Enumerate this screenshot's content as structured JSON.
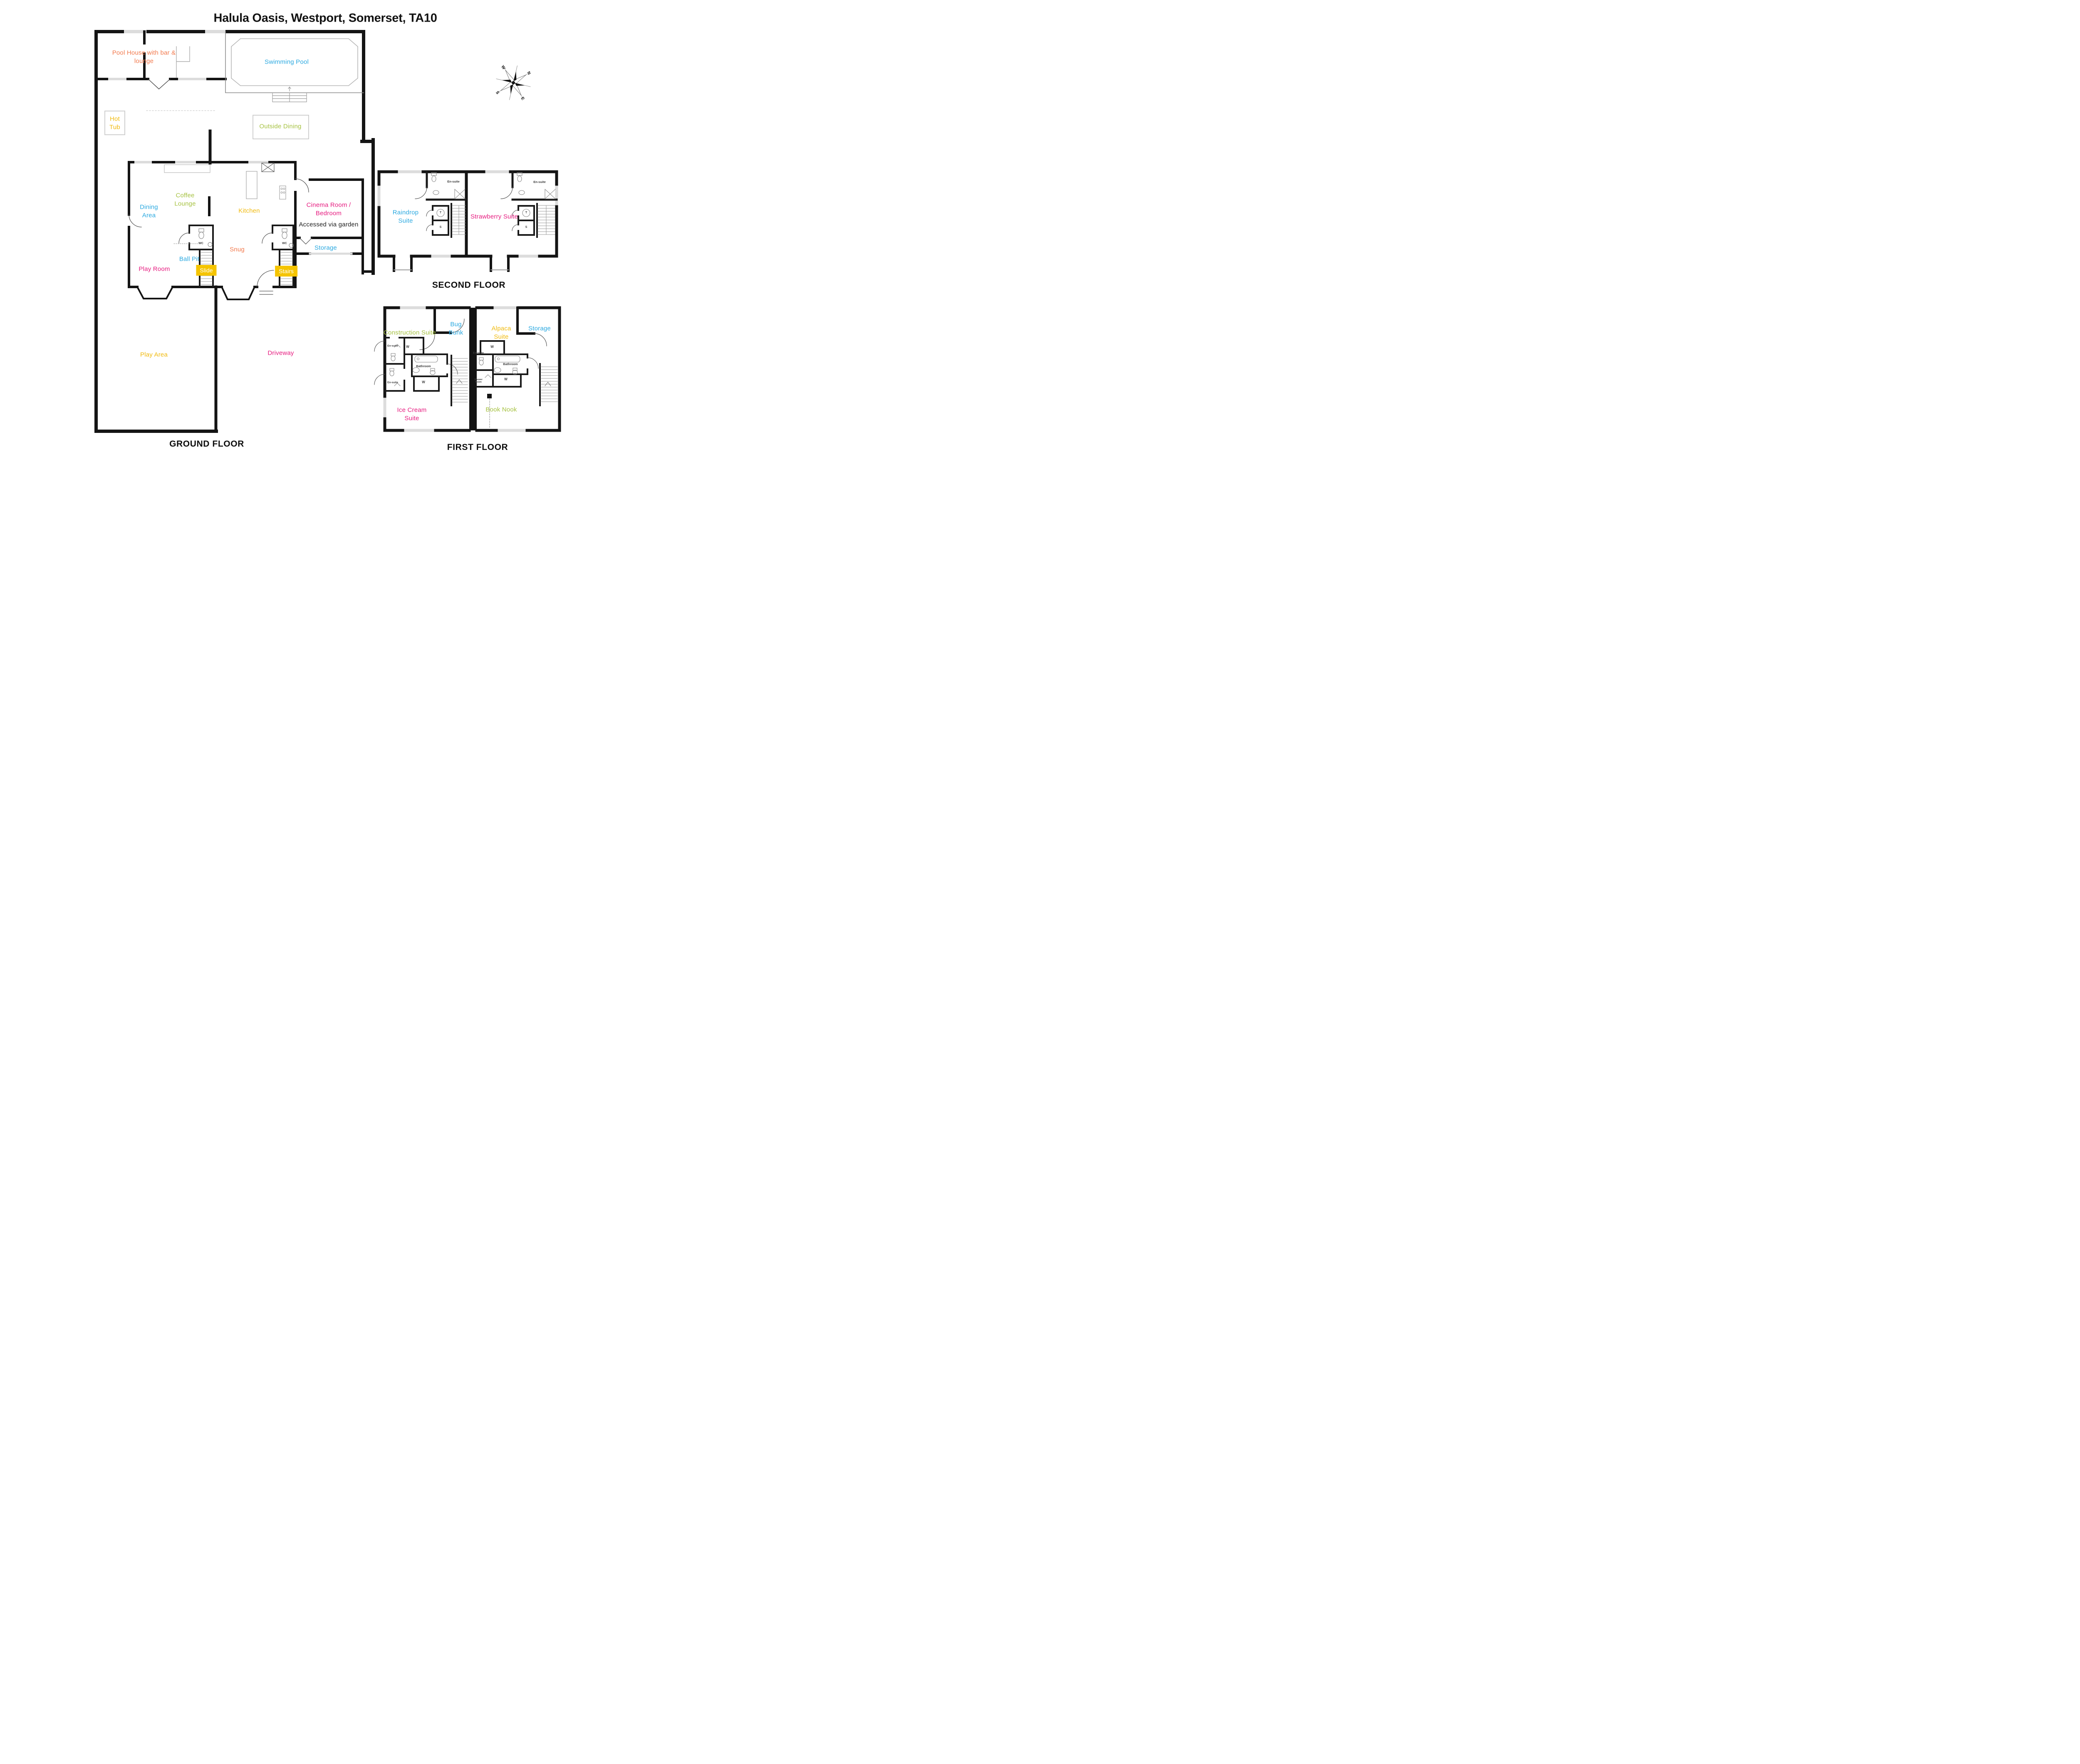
{
  "title": "Halula Oasis, Westport, Somerset, TA10",
  "palette": {
    "orange": "#f2784b",
    "blue": "#29a8e0",
    "gold": "#f0b90b",
    "green": "#a5c13f",
    "magenta": "#e6197e",
    "ink": "#1c1c1c",
    "chip_bg": "#f5c400",
    "chip_text": "#ffffff"
  },
  "compass": {
    "north": "N",
    "east": "E",
    "south": "S",
    "west": "W"
  },
  "ground_floor": {
    "caption": "GROUND FLOOR",
    "pool_house": "Pool House with bar & lounge",
    "swimming_pool": "Swimming Pool",
    "hot_tub": "Hot Tub",
    "outside_dining": "Outside Dining",
    "dining_area": "Dining Area",
    "coffee_lounge": "Coffee Lounge",
    "kitchen": "Kitchen",
    "cinema_room": "Cinema Room / Bedroom",
    "cinema_note": "Accessed via garden",
    "storage": "Storage",
    "snug": "Snug",
    "ball_pit": "Ball Pit",
    "slide": "Slide",
    "stairs": "Stairs",
    "play_room": "Play Room",
    "play_area": "Play Area",
    "driveway": "Driveway",
    "wc": "WC"
  },
  "second_floor": {
    "caption": "SECOND FLOOR",
    "raindrop_suite": "Raindrop Suite",
    "strawberry_suite": "Strawberry Suite",
    "ensuite": "En-suite",
    "toilet_t": "T",
    "store_s": "S"
  },
  "first_floor": {
    "caption": "FIRST FLOOR",
    "construction_suite": "Construction Suite",
    "bug_bunk": "Bug Bunk",
    "ice_cream_suite": "Ice Cream Suite",
    "alpaca_suite": "Alpaca Suite",
    "storage": "Storage",
    "book_nook": "Book Nook",
    "ensuite": "En-suite",
    "wardrobe": "W",
    "bathroom": "Bathroom",
    "shower_room": "Shower Room"
  }
}
